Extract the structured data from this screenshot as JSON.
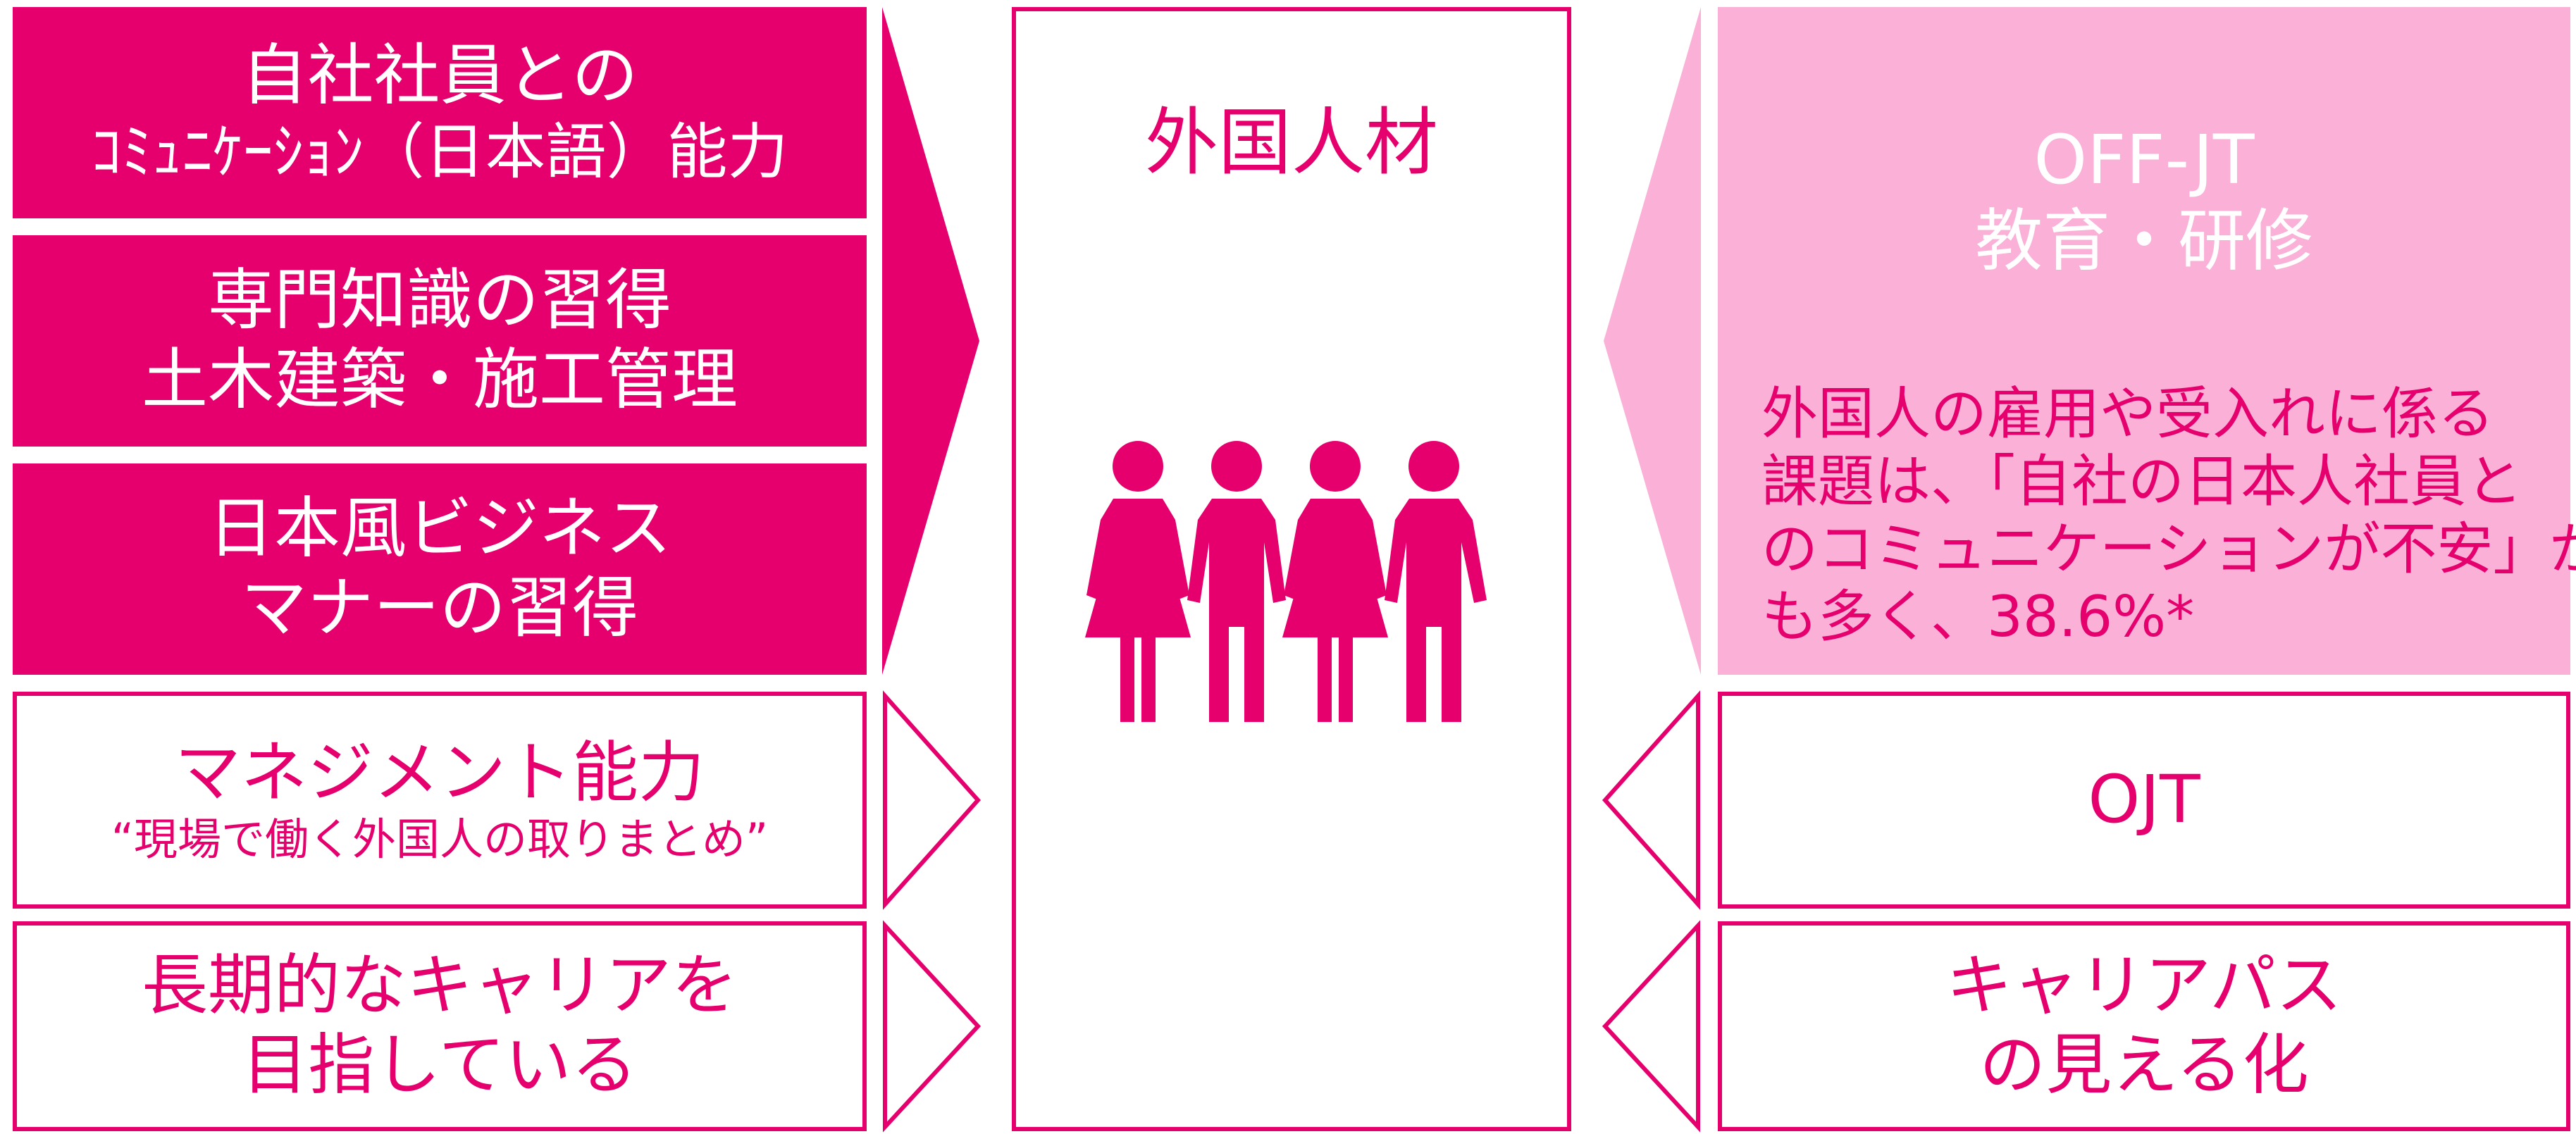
{
  "colors": {
    "accent": "#e6006e",
    "accent_light": "#fbb0d7",
    "background": "#ffffff"
  },
  "left": {
    "communication": [
      "自社社員との",
      "ｺﾐｭﾆｹｰｼｮﾝ（日本語）能力"
    ],
    "expertise": [
      "専門知識の習得",
      "土木建築・施工管理"
    ],
    "manners": [
      "日本風ビジネス",
      "マナーの習得"
    ],
    "management": [
      "マネジメント能力",
      "“現場で働く外国人の取りまとめ”"
    ],
    "career": [
      "長期的なキャリアを",
      "目指している"
    ]
  },
  "center": {
    "title": "外国人材",
    "icon": "people-group-icon"
  },
  "right": {
    "offjt_title": [
      "OFF-JT",
      "教育・研修"
    ],
    "offjt_note": [
      "外国人の雇用や受入れに係る",
      "課題は、「自社の日本人社員と",
      "のコミュニケーションが不安」が最",
      "も多く、38.6%*"
    ],
    "ojt": "OJT",
    "career_path": [
      "キャリアパス",
      "の見える化"
    ]
  }
}
